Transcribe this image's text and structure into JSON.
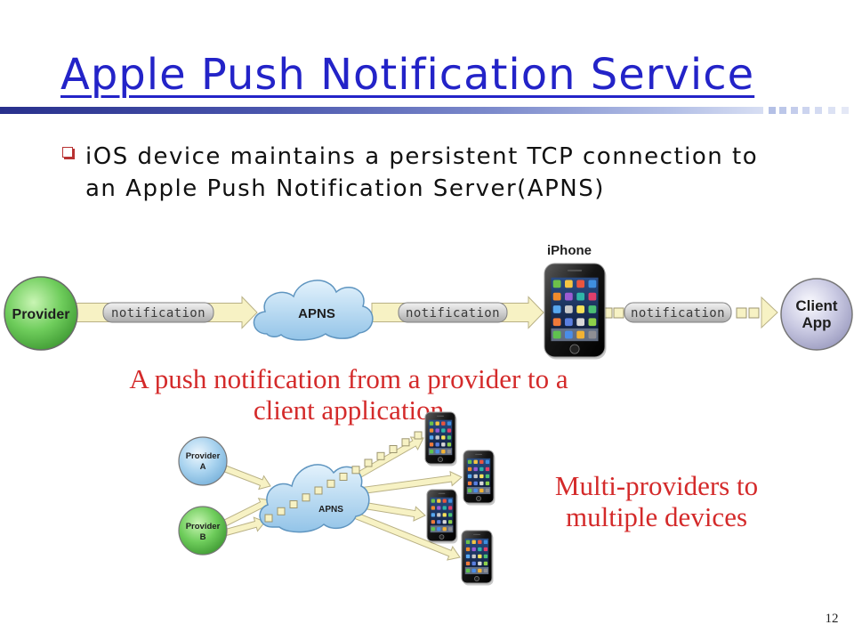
{
  "slide": {
    "title": "Apple Push Notification Service",
    "bullet_lines": [
      "iOS device maintains a persistent TCP connection to",
      "an Apple Push Notification Server(APNS)"
    ],
    "page_number": "12"
  },
  "diagram_single": {
    "provider_label": "Provider",
    "notification_labels": [
      "notification",
      "notification",
      "notification"
    ],
    "apns_label": "APNS",
    "iphone_label": "iPhone",
    "client_label_lines": [
      "Client",
      "App"
    ],
    "caption_lines": [
      "A push notification from a provider to a",
      "client application"
    ]
  },
  "diagram_multi": {
    "provider_a_lines": [
      "Provider",
      "A"
    ],
    "provider_b_lines": [
      "Provider",
      "B"
    ],
    "apns_label": "APNS",
    "caption_lines": [
      "Multi-providers to",
      "multiple devices"
    ]
  },
  "colors": {
    "title": "#2323c8",
    "caption": "#d42a2a",
    "bullet_marker": "#b83232"
  }
}
